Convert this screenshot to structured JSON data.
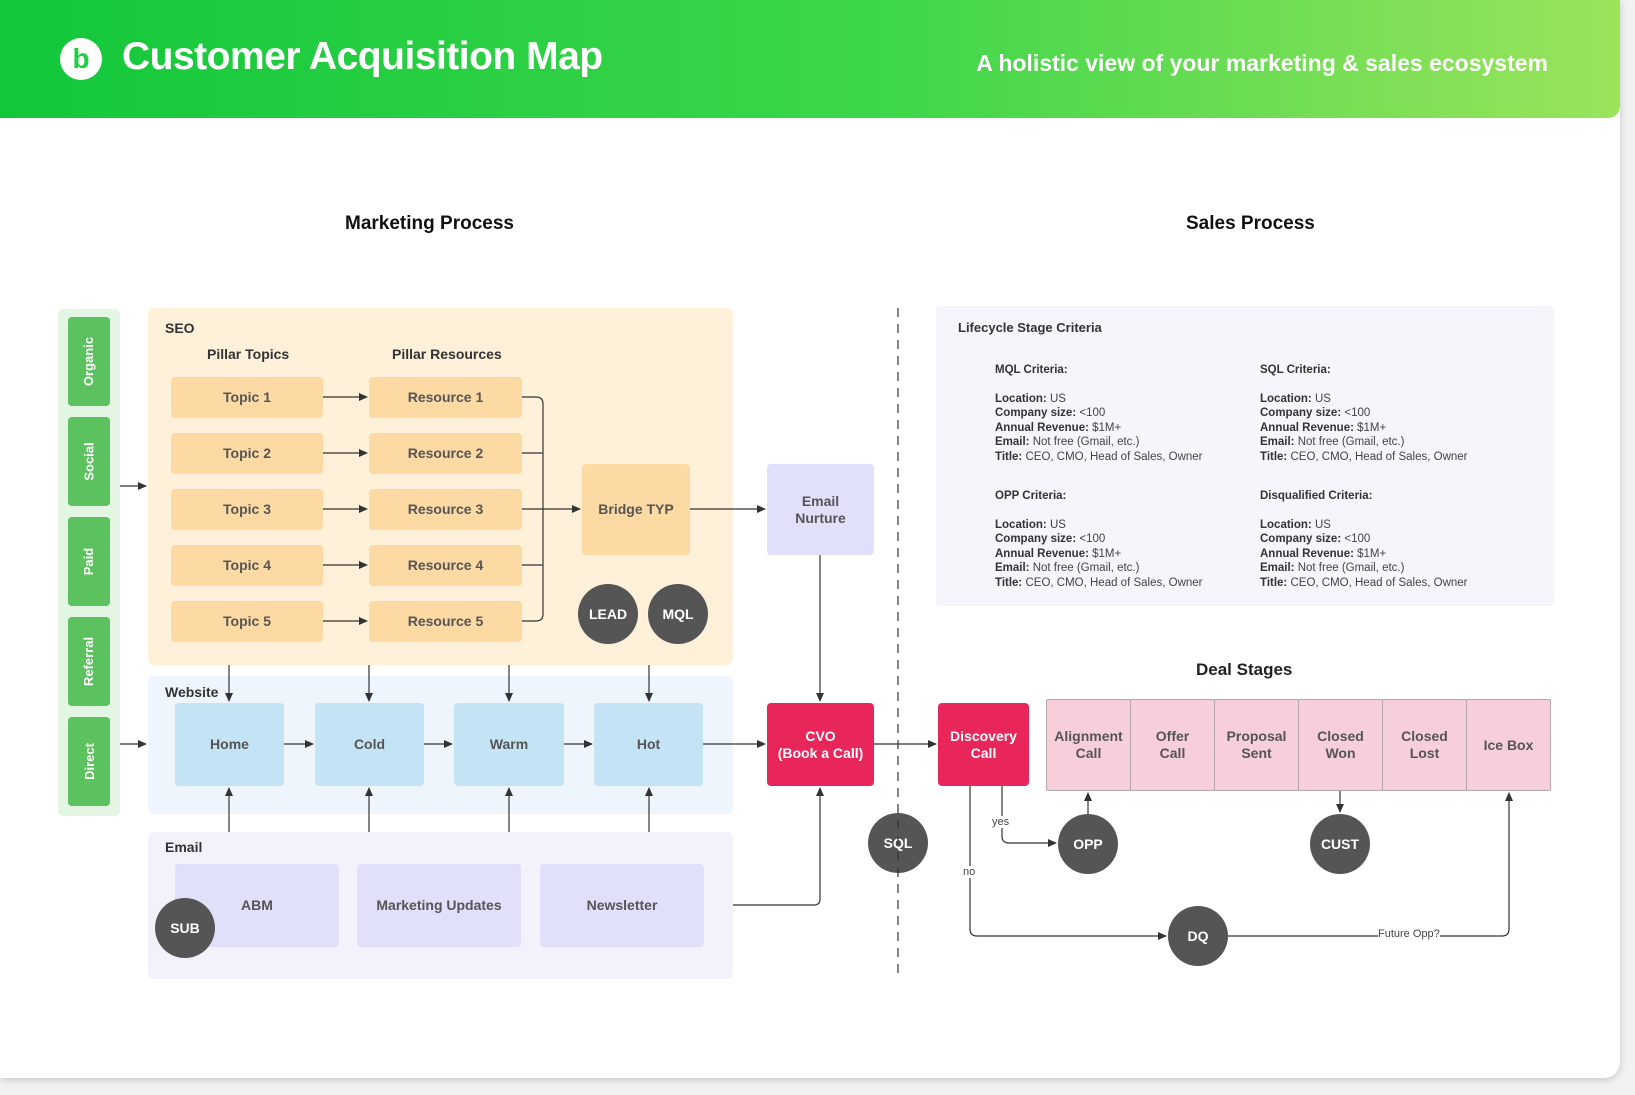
{
  "header": {
    "title": "Customer Acquisition Map",
    "tagline": "A holistic view of your marketing & sales ecosystem"
  },
  "sections": {
    "marketing": "Marketing Process",
    "sales": "Sales Process"
  },
  "channels": [
    "Organic",
    "Social",
    "Paid",
    "Referral",
    "Direct"
  ],
  "seo": {
    "label": "SEO",
    "topics_label": "Pillar Topics",
    "resources_label": "Pillar Resources",
    "topics": [
      "Topic 1",
      "Topic 2",
      "Topic 3",
      "Topic 4",
      "Topic 5"
    ],
    "resources": [
      "Resource 1",
      "Resource 2",
      "Resource 3",
      "Resource 4",
      "Resource 5"
    ],
    "bridge": "Bridge TYP"
  },
  "website": {
    "label": "Website",
    "pages": [
      "Home",
      "Cold",
      "Warm",
      "Hot"
    ]
  },
  "email": {
    "label": "Email",
    "items": [
      "ABM",
      "Marketing Updates",
      "Newsletter"
    ]
  },
  "nodes": {
    "email_nurture_line1": "Email",
    "email_nurture_line2": "Nurture",
    "cvo_line1": "CVO",
    "cvo_line2": "(Book a Call)",
    "discovery_line1": "Discovery",
    "discovery_line2": "Call"
  },
  "badges": {
    "lead": "LEAD",
    "mql": "MQL",
    "sub": "SUB",
    "sql": "SQL",
    "opp": "OPP",
    "cust": "CUST",
    "dq": "DQ"
  },
  "criteria": {
    "title": "Lifecycle Stage Criteria",
    "field_labels": {
      "location": "Location:",
      "company_size": "Company size:",
      "revenue": "Annual Revenue:",
      "email": "Email:",
      "title": "Title:"
    },
    "blocks": [
      {
        "heading": "MQL Criteria:",
        "location": "US",
        "company_size": "<100",
        "revenue": "$1M+",
        "email": "Not free (Gmail, etc.)",
        "title": "CEO, CMO, Head of Sales, Owner"
      },
      {
        "heading": "SQL Criteria:",
        "location": "US",
        "company_size": "<100",
        "revenue": "$1M+",
        "email": "Not free (Gmail, etc.)",
        "title": "CEO, CMO, Head of Sales, Owner"
      },
      {
        "heading": "OPP Criteria:",
        "location": "US",
        "company_size": "<100",
        "revenue": "$1M+",
        "email": "Not free (Gmail, etc.)",
        "title": "CEO, CMO, Head of Sales, Owner"
      },
      {
        "heading": "Disqualified Criteria:",
        "location": "US",
        "company_size": "<100",
        "revenue": "$1M+",
        "email": "Not free (Gmail, etc.)",
        "title": "CEO, CMO, Head of Sales, Owner"
      }
    ]
  },
  "deal_stages": {
    "title": "Deal Stages",
    "stages": [
      {
        "line1": "Alignment",
        "line2": "Call"
      },
      {
        "line1": "Offer",
        "line2": "Call"
      },
      {
        "line1": "Proposal",
        "line2": "Sent"
      },
      {
        "line1": "Closed",
        "line2": "Won"
      },
      {
        "line1": "Closed",
        "line2": "Lost"
      },
      {
        "line1": "Ice Box",
        "line2": ""
      }
    ]
  },
  "edge_labels": {
    "yes": "yes",
    "no": "no",
    "future": "Future Opp?"
  },
  "colors": {
    "header_green": "#12c73a",
    "channel_green": "#5cc25f",
    "seo_bg": "#fff1d9",
    "website_bg": "#eef5fc",
    "email_bg": "#f2f2fb",
    "accent_red": "#e8265a",
    "deal_pink": "#f7cfdb",
    "badge_gray": "#555555"
  }
}
